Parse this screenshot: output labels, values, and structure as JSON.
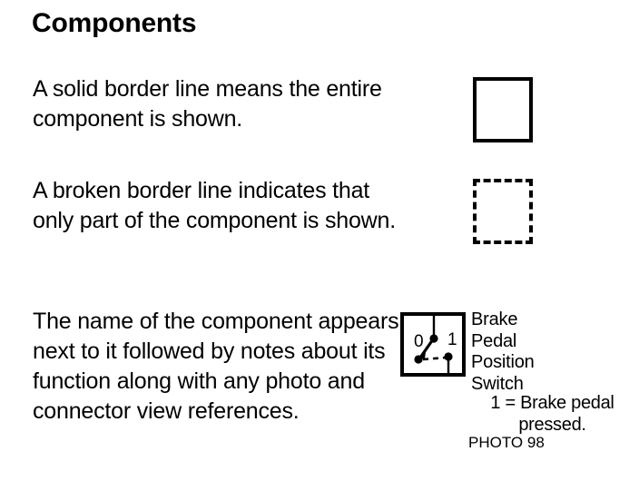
{
  "slide": {
    "title": "Components",
    "paragraphs": [
      "A solid border line means the entire component is shown.",
      "A broken border line indicates that only part of the component is shown.",
      "The name of the component appears next to it followed by notes about its function along with any photo and connector view references."
    ]
  },
  "examples": {
    "solid_box": {
      "style": "solid",
      "meaning": "entire component is shown"
    },
    "dashed_box": {
      "style": "dashed",
      "meaning": "only part of the component is shown"
    }
  },
  "switch_symbol": {
    "position_0_label": "0",
    "position_1_label": "1",
    "type": "single-pole-two-position-switch"
  },
  "component_label": {
    "lines": [
      "Brake",
      "Pedal",
      "Position",
      "Switch"
    ],
    "notes": [
      "1 = Brake pedal",
      "pressed."
    ],
    "photo_reference": "PHOTO 98"
  },
  "colors": {
    "background": "#ffffff",
    "ink": "#000000"
  }
}
